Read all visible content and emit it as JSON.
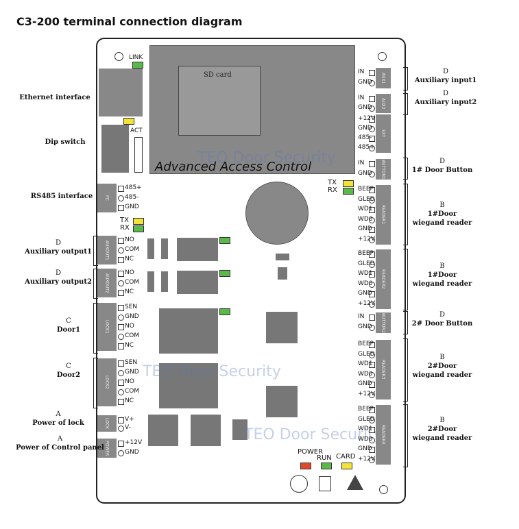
{
  "title": "C3-200 terminal connection diagram",
  "board": {
    "sd_card": "SD card",
    "product_name": "Advanced Access Control",
    "watermark": "TEO Door Security",
    "link_led": "LINK",
    "act_led": "ACT",
    "tx": "TX",
    "rx": "RX",
    "power_led": "POWER",
    "run_led": "RUN",
    "card_led": "CARD"
  },
  "left_labels": {
    "ethernet": "Ethernet interface",
    "dip": "Dip switch",
    "rs485": "RS485  interface",
    "aux_out1_letter": "D",
    "aux_out1": "Auxiliary output1",
    "aux_out2_letter": "D",
    "aux_out2": "Auxiliary output2",
    "door1_letter": "C",
    "door1": "Door1",
    "door2_letter": "C",
    "door2": "Door2",
    "lock_power_letter": "A",
    "lock_power": "Power of lock",
    "panel_power_letter": "A",
    "panel_power": "Power of Control panel"
  },
  "right_labels": {
    "aux_in1_letter": "D",
    "aux_in1": "Auxiliary input1",
    "aux_in2_letter": "D",
    "aux_in2": "Auxiliary input2",
    "button1_letter": "D",
    "button1": "1# Door Button",
    "reader1a_letter": "B",
    "reader1a_1": "1#Door",
    "reader1a_2": "wiegand reader",
    "reader1b_letter": "B",
    "reader1b_1": "1#Door",
    "reader1b_2": "wiegand reader",
    "button2_letter": "D",
    "button2": "2# Door Button",
    "reader2a_letter": "B",
    "reader2a_1": "2#Door",
    "reader2a_2": "wiegand reader",
    "reader2b_letter": "B",
    "reader2b_1": "2#Door",
    "reader2b_2": "wiegand reader"
  },
  "left_terminals": {
    "pc": {
      "tag": "PC",
      "pins": [
        "485+",
        "485-",
        "GND"
      ]
    },
    "auxout1": {
      "tag": "AUXOUT1",
      "pins": [
        "NO",
        "COM",
        "NC"
      ]
    },
    "auxout2": {
      "tag": "AUXOUT2",
      "pins": [
        "NO",
        "COM",
        "NC"
      ]
    },
    "lock1": {
      "tag": "LOCK1",
      "pins": [
        "SEN",
        "GND",
        "NO",
        "COM",
        "NC"
      ]
    },
    "lock2": {
      "tag": "LOCK2",
      "pins": [
        "SEN",
        "GND",
        "NO",
        "COM",
        "NC"
      ]
    },
    "lock": {
      "tag": "LOCK",
      "pins": [
        "V+",
        "V-"
      ]
    },
    "power": {
      "tag": "POWER",
      "pins": [
        "+12V",
        "GND"
      ]
    }
  },
  "right_terminals": {
    "aux1": {
      "tag": "AUX1",
      "pins": [
        "IN",
        "GND"
      ]
    },
    "aux2": {
      "tag": "AUX2",
      "pins": [
        "IN",
        "GND"
      ]
    },
    "ext": {
      "tag": "EXT",
      "pins": [
        "+12V",
        "GND",
        "485-",
        "485+"
      ]
    },
    "button1": {
      "tag": "BUTTON1",
      "pins": [
        "IN",
        "GND"
      ]
    },
    "reader1": {
      "tag": "READER1",
      "pins": [
        "BEEP",
        "GLED",
        "WD1",
        "WD0",
        "GND",
        "+12V"
      ]
    },
    "reader2": {
      "tag": "READER2",
      "pins": [
        "BEEP",
        "GLED",
        "WD1",
        "WD0",
        "GND",
        "+12V"
      ]
    },
    "button2": {
      "tag": "BUTTON2",
      "pins": [
        "IN",
        "GND"
      ]
    },
    "reader3": {
      "tag": "READER3",
      "pins": [
        "BEEP",
        "GLED",
        "WD1",
        "WD0",
        "GND",
        "+12V"
      ]
    },
    "reader4": {
      "tag": "READER4",
      "pins": [
        "BEEP",
        "GLED",
        "WD1",
        "WD0",
        "GND",
        "+12V"
      ]
    }
  },
  "colors": {
    "led_green": "#5bb84a",
    "led_yellow": "#f2e33a",
    "led_red": "#e04a2a",
    "connector_gray": "#888888"
  }
}
